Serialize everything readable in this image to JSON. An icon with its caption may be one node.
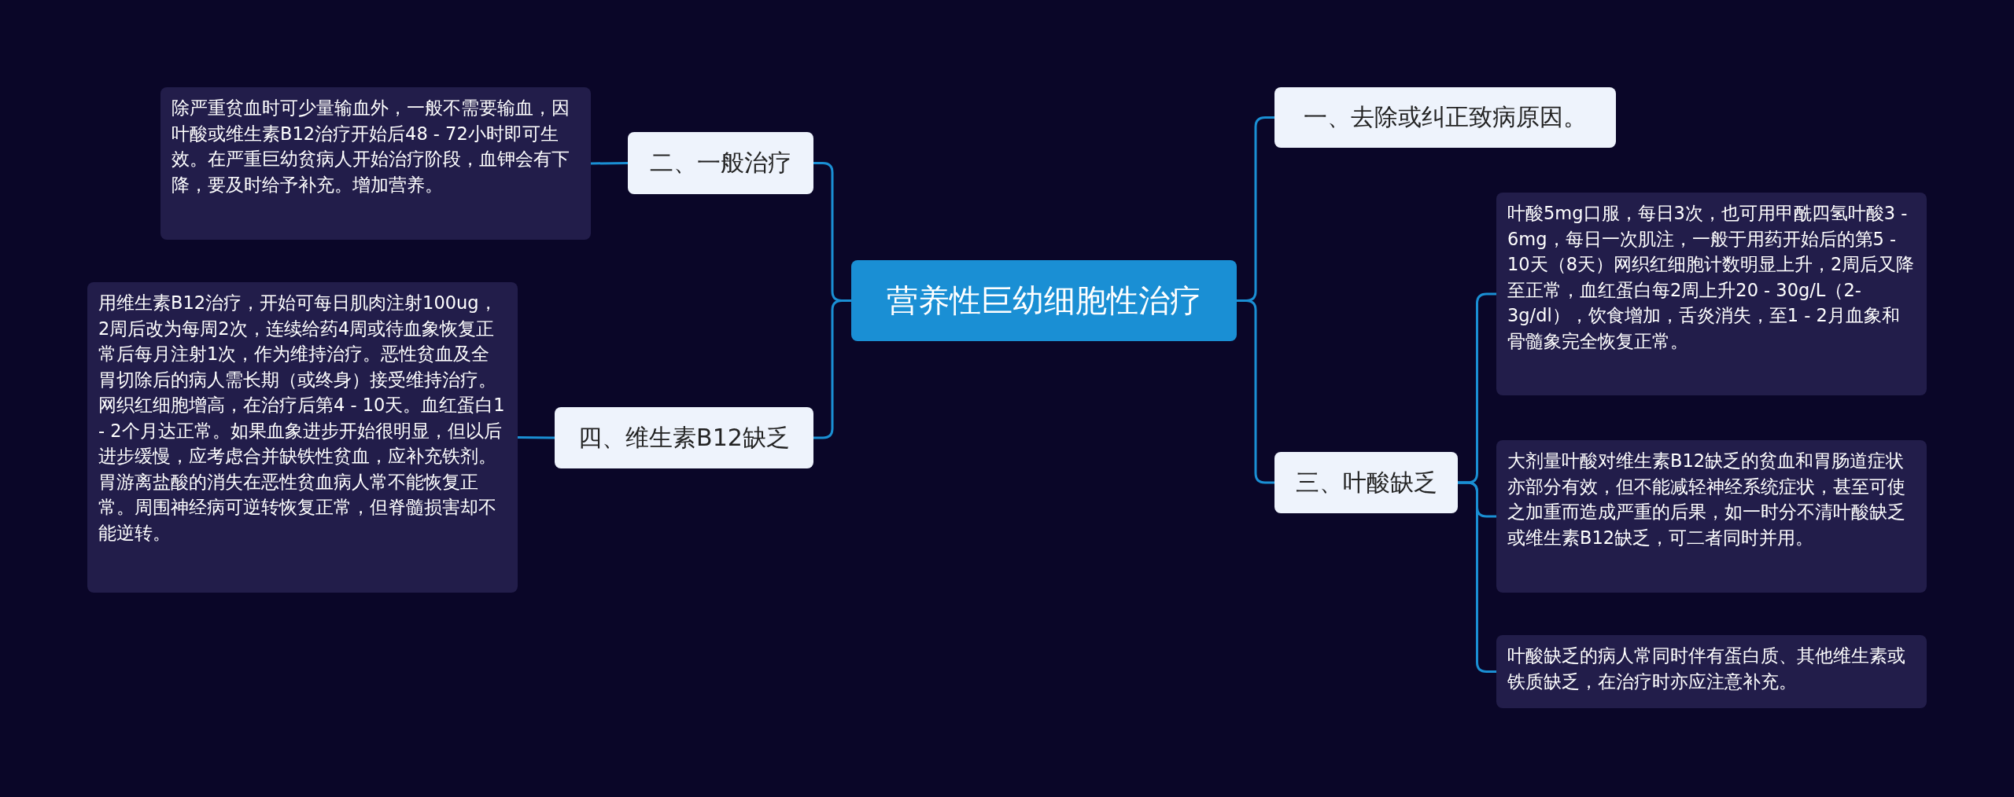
{
  "diagram": {
    "nodes": [
      {
        "text": [
          "营养性巨幼细胞性治疗"
        ]
      },
      {
        "text": [
          "一、去除或纠正致病原因。"
        ]
      },
      {
        "text": [
          "二、一般治疗"
        ]
      },
      {
        "text": [
          "除严重贫血时可少量输血外，一般不需要输血，因叶酸或维生素B12治疗开始后48 - 72小时即可生效。在严重巨幼贫病人开始治疗阶段，血钾会有下降，要及时给予补充。增加营养。"
        ]
      },
      {
        "text": [
          "三、叶酸缺乏"
        ]
      },
      {
        "text": [
          "叶酸5mg口服，每日3次，也可用甲酰四氢叶酸3 - 6mg，每日一次肌注，一般于用药开始后的第5 - 10天（8天）网织红细胞计数明显上升，2周后又降至正常，血红蛋白每2周上升20 - 30g/L（2-3g/dl），饮食增加，舌炎消失，至1 - 2月血象和骨髓象完全恢复正常。"
        ]
      },
      {
        "text": [
          "大剂量叶酸对维生素B12缺乏的贫血和胃肠道症状亦部分有效，但不能减轻神经系统症状，甚至可使之加重而造成严重的后果，如一时分不清叶酸缺乏或维生素B12缺乏，可二者同时并用。"
        ]
      },
      {
        "text": [
          "叶酸缺乏的病人常同时伴有蛋白质、其他维生素或铁质缺乏，在治疗时亦应注意补充。"
        ]
      },
      {
        "text": [
          "四、维生素B12缺乏"
        ]
      },
      {
        "text": [
          "用维生素B12治疗，开始可每日肌肉注射100ug，2周后改为每周2次，连续给药4周或待血象恢复正常后每月注射1次，作为维持治疗。恶性贫血及全胃切除后的病人需长期（或终身）接受维持治疗。网织红细胞增高，在治疗后第4 - 10天。血红蛋白1 - 2个月达正常。如果血象进步开始很明显，但以后进步缓慢，应考虑合并缺铁性贫血，应补充铁剂。胃游离盐酸的消失在恶性贫血病人常不能恢复正常。周围神经病可逆转恢复正常，但脊髓损害却不能逆转。"
        ]
      }
    ],
    "edges": [
      {
        "from": 0,
        "to": 1,
        "arrow": "none"
      },
      {
        "from": 0,
        "to": 2,
        "arrow": "none"
      },
      {
        "from": 2,
        "to": 3,
        "arrow": "none"
      },
      {
        "from": 0,
        "to": 4,
        "arrow": "none"
      },
      {
        "from": 4,
        "to": 5,
        "arrow": "none"
      },
      {
        "from": 4,
        "to": 6,
        "arrow": "none"
      },
      {
        "from": 4,
        "to": 7,
        "arrow": "none"
      },
      {
        "from": 0,
        "to": 8,
        "arrow": "none"
      },
      {
        "from": 8,
        "to": 9,
        "arrow": "none"
      }
    ]
  }
}
